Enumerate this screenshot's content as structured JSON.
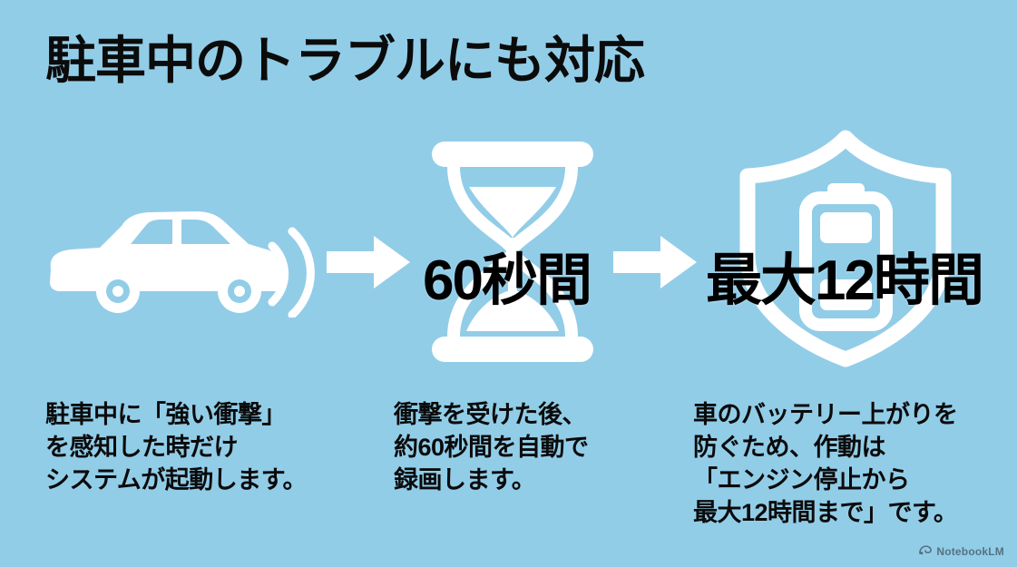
{
  "theme": {
    "background_color": "#92cde8",
    "icon_color": "#ffffff",
    "text_color": "#0b0b0b"
  },
  "header": {
    "title": "駐車中のトラブルにも対応"
  },
  "flow": {
    "arrow_1_name": "arrow-right",
    "arrow_2_name": "arrow-right",
    "steps": [
      {
        "id": "step-detect",
        "icon": "car-with-signal-waves-icon",
        "overlay_label": "",
        "caption_lines": [
          "駐車中に「強い衝撃」",
          "を感知した時だけ",
          "システムが起動します。"
        ]
      },
      {
        "id": "step-record",
        "icon": "hourglass-icon",
        "overlay_label": "60秒間",
        "caption_lines": [
          "衝撃を受けた後、",
          "約60秒間を自動で",
          "録画します。"
        ]
      },
      {
        "id": "step-battery",
        "icon": "shield-with-battery-icon",
        "overlay_label": "最大12時間",
        "caption_lines": [
          "車のバッテリー上がりを",
          "防ぐため、作動は",
          "「エンジン停止から",
          "最大12時間まで」です。"
        ]
      }
    ]
  },
  "watermark": {
    "label": "NotebookLM",
    "icon": "notebooklm-logo-icon"
  }
}
